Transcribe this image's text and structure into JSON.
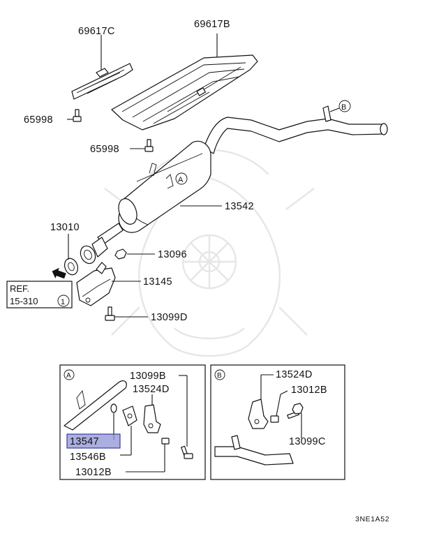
{
  "parts": {
    "p69617C": "69617C",
    "p69617B": "69617B",
    "p65998_a": "65998",
    "p65998_b": "65998",
    "p13542": "13542",
    "p13010": "13010",
    "p13096": "13096",
    "p13145": "13145",
    "p13099D": "13099D"
  },
  "ref": {
    "line1": "REF.",
    "line2": "15-310",
    "circle": "1"
  },
  "callouts": {
    "a": "A",
    "b": "B"
  },
  "detail_a": {
    "label": "A",
    "p13099B": "13099B",
    "p13524D": "13524D",
    "p13547": "13547",
    "p13546B": "13546B",
    "p13012B": "13012B"
  },
  "detail_b": {
    "label": "B",
    "p13524D": "13524D",
    "p13012B": "13012B",
    "p13099C": "13099C"
  },
  "diagram_code": "3NE1A52",
  "colors": {
    "highlight": "#8f93d6",
    "line": "#111111"
  }
}
